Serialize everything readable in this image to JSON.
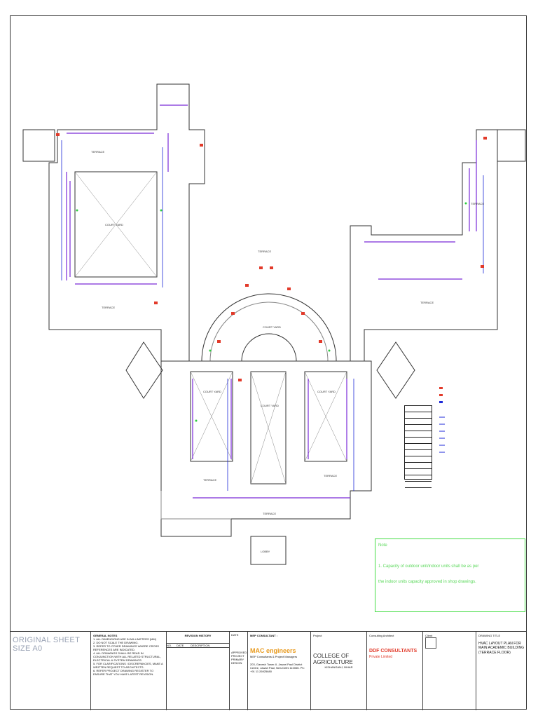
{
  "plan": {
    "labels": {
      "terrace": "TERRACE",
      "court": "COURT YARD",
      "lobby": "LOBBY"
    }
  },
  "notes": {
    "title": "Note",
    "line1": "1. Capacity of outdoor unit/indoor units shall be as per",
    "line2": "the indoor units capacity approved in shop drawings."
  },
  "title_block": {
    "sheet_size": "ORIGINAL SHEET SIZE A0",
    "general_notes_title": "GENERAL NOTES",
    "general_notes": [
      "1. ALL DIMENSIONS ARE IN MILLIMETERS (MM)",
      "2. DO NOT SCALE THE DRAWING.",
      "3. REFER TO OTHER DRAWINGS WHERE CROSS REFERENCES ARE INDICATED.",
      "4. ALL DRAWINGS SHALL BE READ IN CONJUNCTION WITH ALL RELATED STRUCTURAL, ELECTRICAL & SYSTEM DRAWINGS.",
      "5. FOR CLARIFICATIONS / DISCREPANCIES, MAKE A WRITTEN REQUEST TO ARCHITECTS.",
      "6. REFER PROJECT DRAWING REGISTER TO ENSURE THAT YOU HAVE LATEST REVISION."
    ],
    "revision_history": "REVISION HISTORY",
    "rev_cols": [
      "NO.",
      "DATE",
      "DESCRIPTION"
    ],
    "checked_fields": [
      "DATE",
      "APPROVED",
      "PROJECT",
      "PRIMARY",
      "DESIGN"
    ],
    "mep_consultant": "MEP CONSULTANT :",
    "mep_firm": "MAC engineers",
    "mep_tagline": "MEP Consultants & Project Managers",
    "mep_address": "203, Ganesh Tower-II, Jawari Paul District Centre, Jawari Paul, New Delhi 110065. Ph: +91 11 26925680",
    "project_label": "Project",
    "project_name": "COLLEGE OF AGRICULTURE",
    "project_place": "KISHANGANJ, BIHAR",
    "consulting_architect": "Consulting Architect",
    "architect_firm": "DDF CONSULTANTS",
    "architect_firm_sub": "Private Limited",
    "client_label": "Client",
    "drawing_title_label": "DRAWING TITLE",
    "drawing_title": "HVAC LAYOUT PLAN FOR MAIN ACADEMIC BUILDING (TERRACE FLOOR)"
  },
  "colors": {
    "wall": "#333333",
    "pipe": "#7a2ad8",
    "pipe_alt": "#1f2ad8",
    "unit_red": "#e23a2a",
    "note_green": "#44dd44"
  }
}
